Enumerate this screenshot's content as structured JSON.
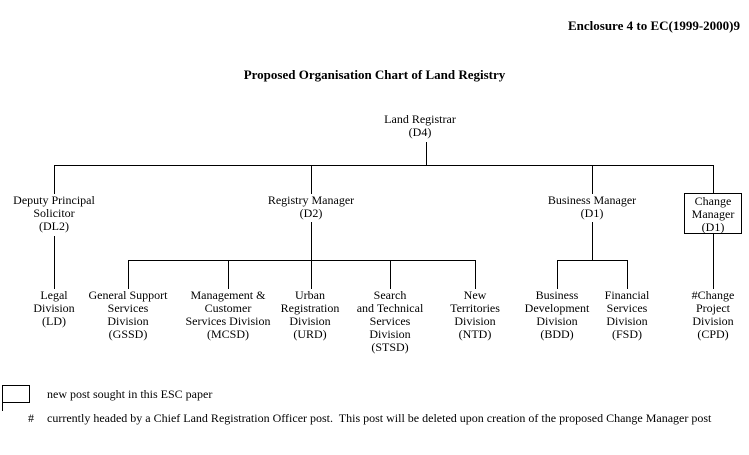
{
  "page": {
    "enclosure_ref": "Enclosure 4 to EC(1999-2000)9",
    "title": "Proposed Organisation Chart of Land Registry"
  },
  "org": {
    "root": {
      "id": "land-registrar",
      "lines": [
        "Land Registrar",
        "(D4)"
      ]
    },
    "level2": [
      {
        "id": "deputy-principal-solicitor",
        "lines": [
          "Deputy Principal",
          "Solicitor",
          "(DL2)"
        ],
        "boxed": false
      },
      {
        "id": "registry-manager",
        "lines": [
          "Registry Manager",
          "(D2)"
        ],
        "boxed": false
      },
      {
        "id": "business-manager",
        "lines": [
          "Business Manager",
          "(D1)"
        ],
        "boxed": false
      },
      {
        "id": "change-manager",
        "lines": [
          "Change",
          "Manager",
          "(D1)"
        ],
        "boxed": true
      }
    ],
    "level3": [
      {
        "id": "legal-division",
        "parent": "deputy-principal-solicitor",
        "lines": [
          "Legal",
          "Division",
          "(LD)"
        ]
      },
      {
        "id": "general-support-services-division",
        "parent": "registry-manager",
        "lines": [
          "General Support",
          "Services",
          "Division",
          "(GSSD)"
        ]
      },
      {
        "id": "management-customer-services-division",
        "parent": "registry-manager",
        "lines": [
          "Management &",
          "Customer",
          "Services Division",
          "(MCSD)"
        ]
      },
      {
        "id": "urban-registration-division",
        "parent": "registry-manager",
        "lines": [
          "Urban",
          "Registration",
          "Division",
          "(URD)"
        ]
      },
      {
        "id": "search-and-technical-services-division",
        "parent": "registry-manager",
        "lines": [
          "Search",
          "and Technical",
          "Services",
          "Division",
          "(STSD)"
        ]
      },
      {
        "id": "new-territories-division",
        "parent": "registry-manager",
        "lines": [
          "New",
          "Territories",
          "Division",
          "(NTD)"
        ]
      },
      {
        "id": "business-development-division",
        "parent": "business-manager",
        "lines": [
          "Business",
          "Development",
          "Division",
          "(BDD)"
        ]
      },
      {
        "id": "financial-services-division",
        "parent": "business-manager",
        "lines": [
          "Financial",
          "Services",
          "Division",
          "(FSD)"
        ]
      },
      {
        "id": "change-project-division",
        "parent": "change-manager",
        "lines": [
          "#Change",
          "Project",
          "Division",
          "(CPD)"
        ]
      }
    ]
  },
  "legend": {
    "text": "new post sought in this ESC paper"
  },
  "footnote": {
    "marker": "#",
    "text": "currently headed by a Chief Land Registration Officer post.  This post will be deleted upon creation of the proposed Change Manager post"
  }
}
